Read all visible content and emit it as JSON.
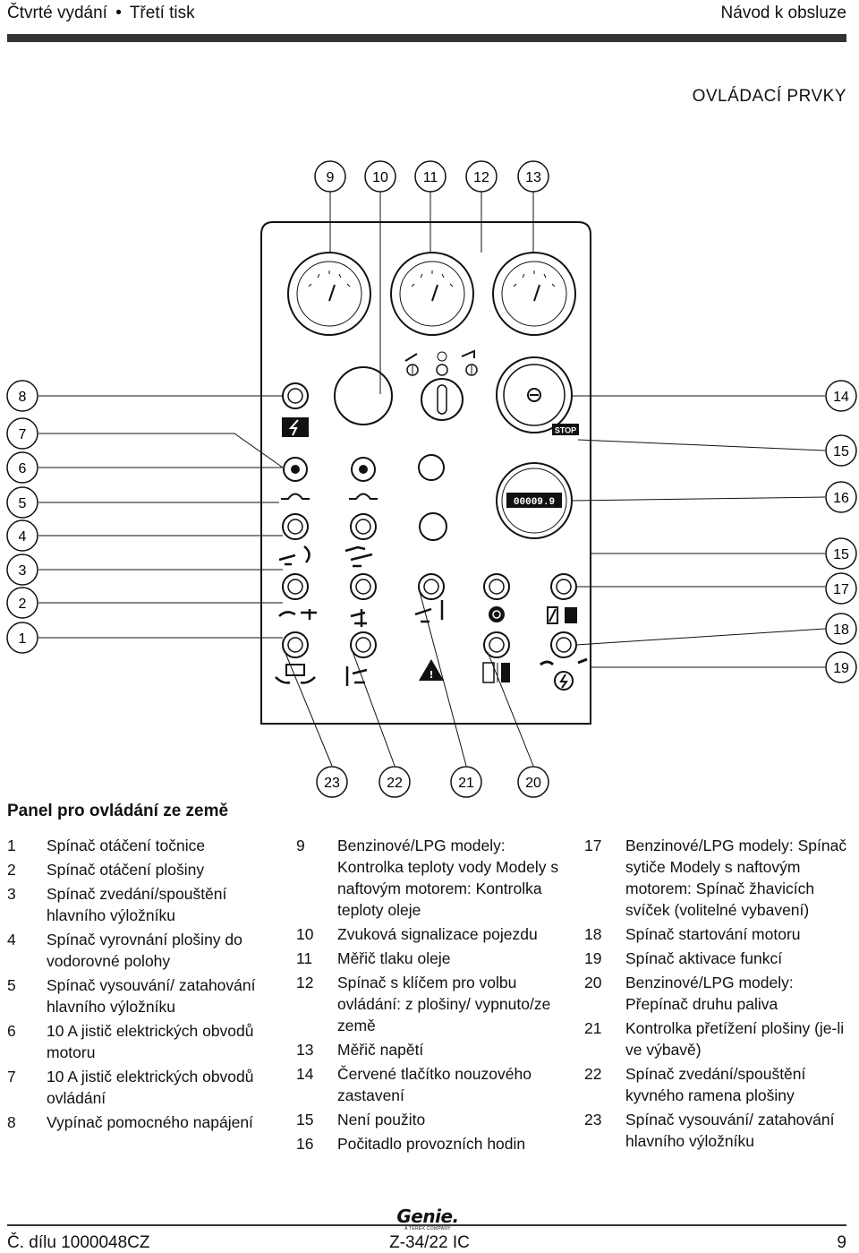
{
  "header": {
    "left_a": "Čtvrté vydání",
    "bullet": "•",
    "left_b": "Třetí tisk",
    "right": "Návod k obsluze"
  },
  "section_title": "OVLÁDACÍ PRVKY",
  "diagram": {
    "top_callouts": [
      "9",
      "10",
      "11",
      "12",
      "13"
    ],
    "left_callouts": [
      "8",
      "7",
      "6",
      "5",
      "4",
      "3",
      "2",
      "1"
    ],
    "right_callouts": [
      "14",
      "15",
      "16",
      "15",
      "17",
      "18",
      "19"
    ],
    "bottom_callouts": [
      "23",
      "22",
      "21",
      "20"
    ],
    "hour_meter": "00009.9",
    "stop_label": "STOP"
  },
  "legend_title": "Panel pro ovládání ze země",
  "legend": {
    "col1": [
      {
        "num": "1",
        "text": "Spínač otáčení točnice"
      },
      {
        "num": "2",
        "text": "Spínač otáčení plošiny"
      },
      {
        "num": "3",
        "text": "Spínač zvedání/spouštění hlavního výložníku"
      },
      {
        "num": "4",
        "text": "Spínač vyrovnání plošiny do vodorovné polohy"
      },
      {
        "num": "5",
        "text": "Spínač vysouvání/ zatahování hlavního výložníku"
      },
      {
        "num": "6",
        "text": "10 A jistič elektrických obvodů motoru"
      },
      {
        "num": "7",
        "text": "10 A jistič elektrických obvodů ovládání"
      },
      {
        "num": "8",
        "text": "Vypínač pomocného napájení"
      }
    ],
    "col2": [
      {
        "num": "9",
        "text": "Benzinové/LPG modely: Kontrolka teploty vody Modely s naftovým motorem: Kontrolka teploty oleje"
      },
      {
        "num": "10",
        "text": "Zvuková signalizace pojezdu"
      },
      {
        "num": "11",
        "text": "Měřič tlaku oleje"
      },
      {
        "num": "12",
        "text": "Spínač s klíčem pro volbu ovládání: z plošiny/ vypnuto/ze země"
      },
      {
        "num": "13",
        "text": "Měřič napětí"
      },
      {
        "num": "14",
        "text": "Červené tlačítko nouzového zastavení"
      },
      {
        "num": "15",
        "text": "Není použito"
      },
      {
        "num": "16",
        "text": "Počitadlo provozních hodin"
      }
    ],
    "col3": [
      {
        "num": "17",
        "text": "Benzinové/LPG modely: Spínač sytiče Modely s naftovým motorem: Spínač žhavicích svíček (volitelné vybavení)"
      },
      {
        "num": "18",
        "text": "Spínač startování motoru"
      },
      {
        "num": "19",
        "text": "Spínač aktivace funkcí"
      },
      {
        "num": "20",
        "text": "Benzinové/LPG modely: Přepínač druhu paliva"
      },
      {
        "num": "21",
        "text": "Kontrolka přetížení plošiny (je-li ve výbavě)"
      },
      {
        "num": "22",
        "text": "Spínač zvedání/spouštění kyvného ramena plošiny"
      },
      {
        "num": "23",
        "text": "Spínač vysouvání/ zatahování hlavního výložníku"
      }
    ]
  },
  "logo": {
    "main": "Genie.",
    "sub": "A TEREX COMPANY"
  },
  "footer": {
    "left": "Č. dílu 1000048CZ",
    "center": "Z-34/22 IC",
    "right": "9"
  }
}
